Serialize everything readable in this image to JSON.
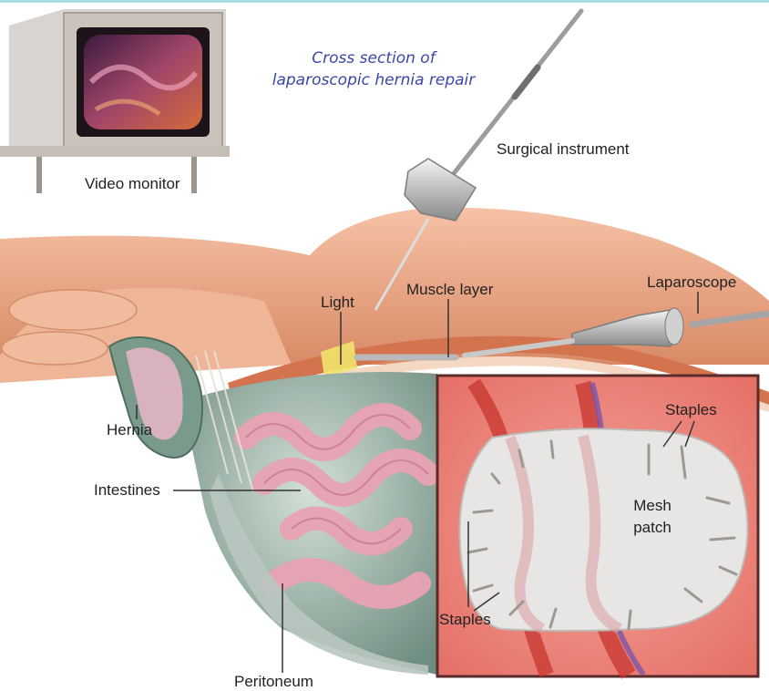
{
  "title": {
    "line1": "Cross section of",
    "line2": "laparoscopic hernia repair"
  },
  "labels": {
    "video_monitor": "Video monitor",
    "surgical_instrument": "Surgical instrument",
    "laparoscope": "Laparoscope",
    "light": "Light",
    "muscle_layer": "Muscle layer",
    "hernia": "Hernia",
    "intestines": "Intestines",
    "peritoneum": "Peritoneum",
    "staples_top": "Staples",
    "staples_bottom": "Staples",
    "mesh_line1": "Mesh",
    "mesh_line2": "patch"
  },
  "colors": {
    "title": "#3a46a8",
    "skin": "#e9a383",
    "muscle": "#d4744f",
    "inset_border": "#5a2b2b",
    "inset_bg": "#ec8a80",
    "mesh": "#e8e6e4",
    "intestine": "#e8a3b3",
    "peritoneum": "#b8c7bf",
    "header_line": "#a8dde5"
  }
}
